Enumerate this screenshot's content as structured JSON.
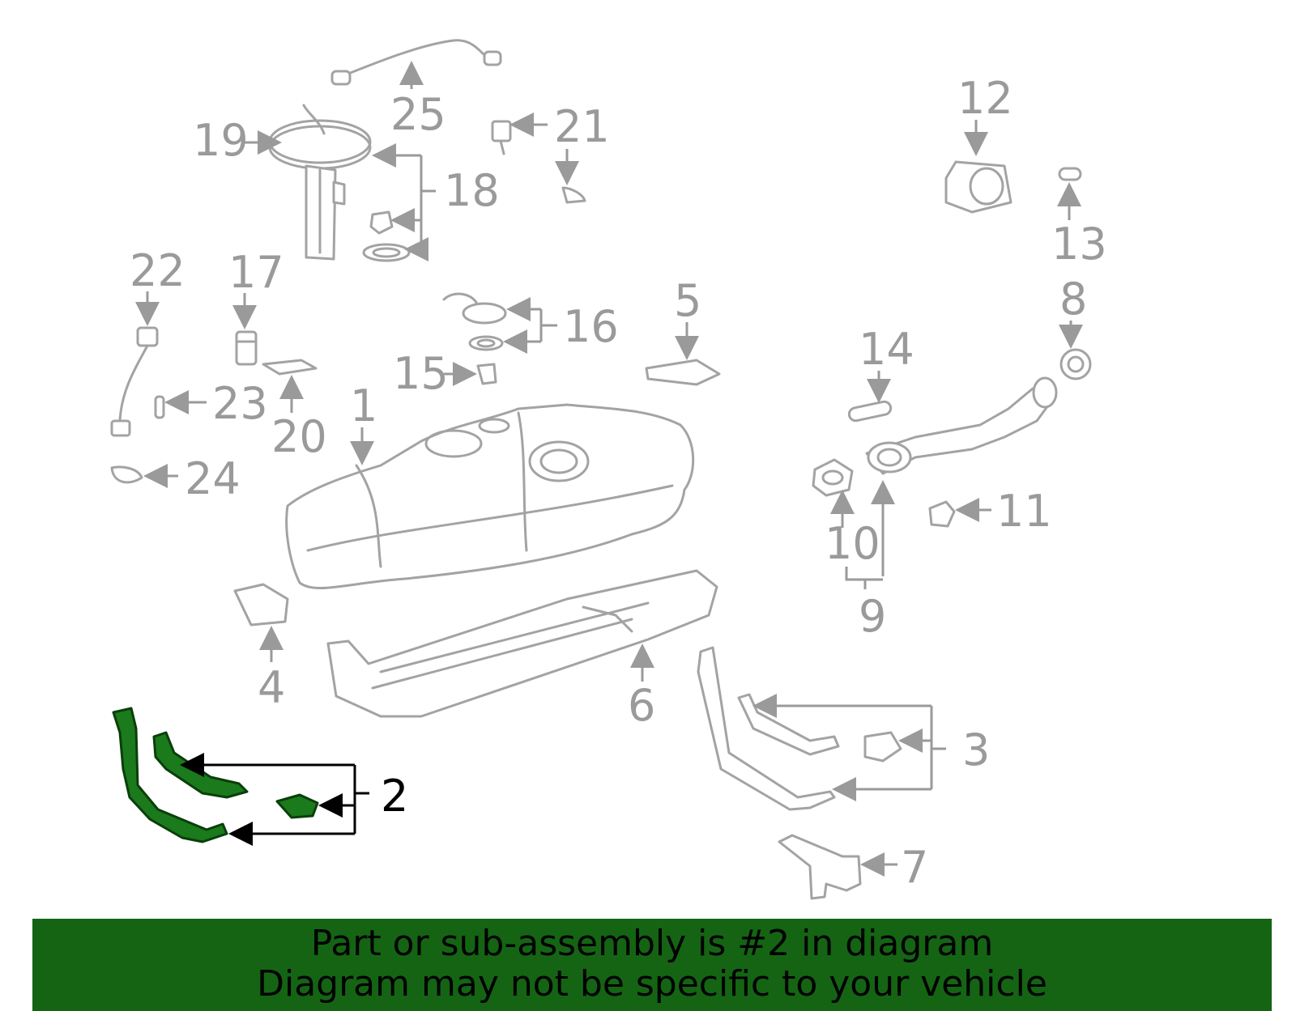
{
  "callouts": {
    "c1": "1",
    "c2": "2",
    "c3": "3",
    "c4": "4",
    "c5": "5",
    "c6": "6",
    "c7": "7",
    "c8": "8",
    "c9": "9",
    "c10": "10",
    "c11": "11",
    "c12": "12",
    "c13": "13",
    "c14": "14",
    "c15": "15",
    "c16": "16",
    "c17": "17",
    "c18": "18",
    "c19": "19",
    "c20": "20",
    "c21": "21",
    "c22": "22",
    "c23": "23",
    "c24": "24",
    "c25": "25"
  },
  "highlighted_part": "2",
  "colors": {
    "highlight_fill": "#1b7a1b",
    "banner_background": "#146414",
    "line_art": "#a3a3a3"
  },
  "banner": {
    "line1": "Part or sub-assembly is #2 in diagram",
    "line2": "Diagram may not be specific to your vehicle"
  }
}
